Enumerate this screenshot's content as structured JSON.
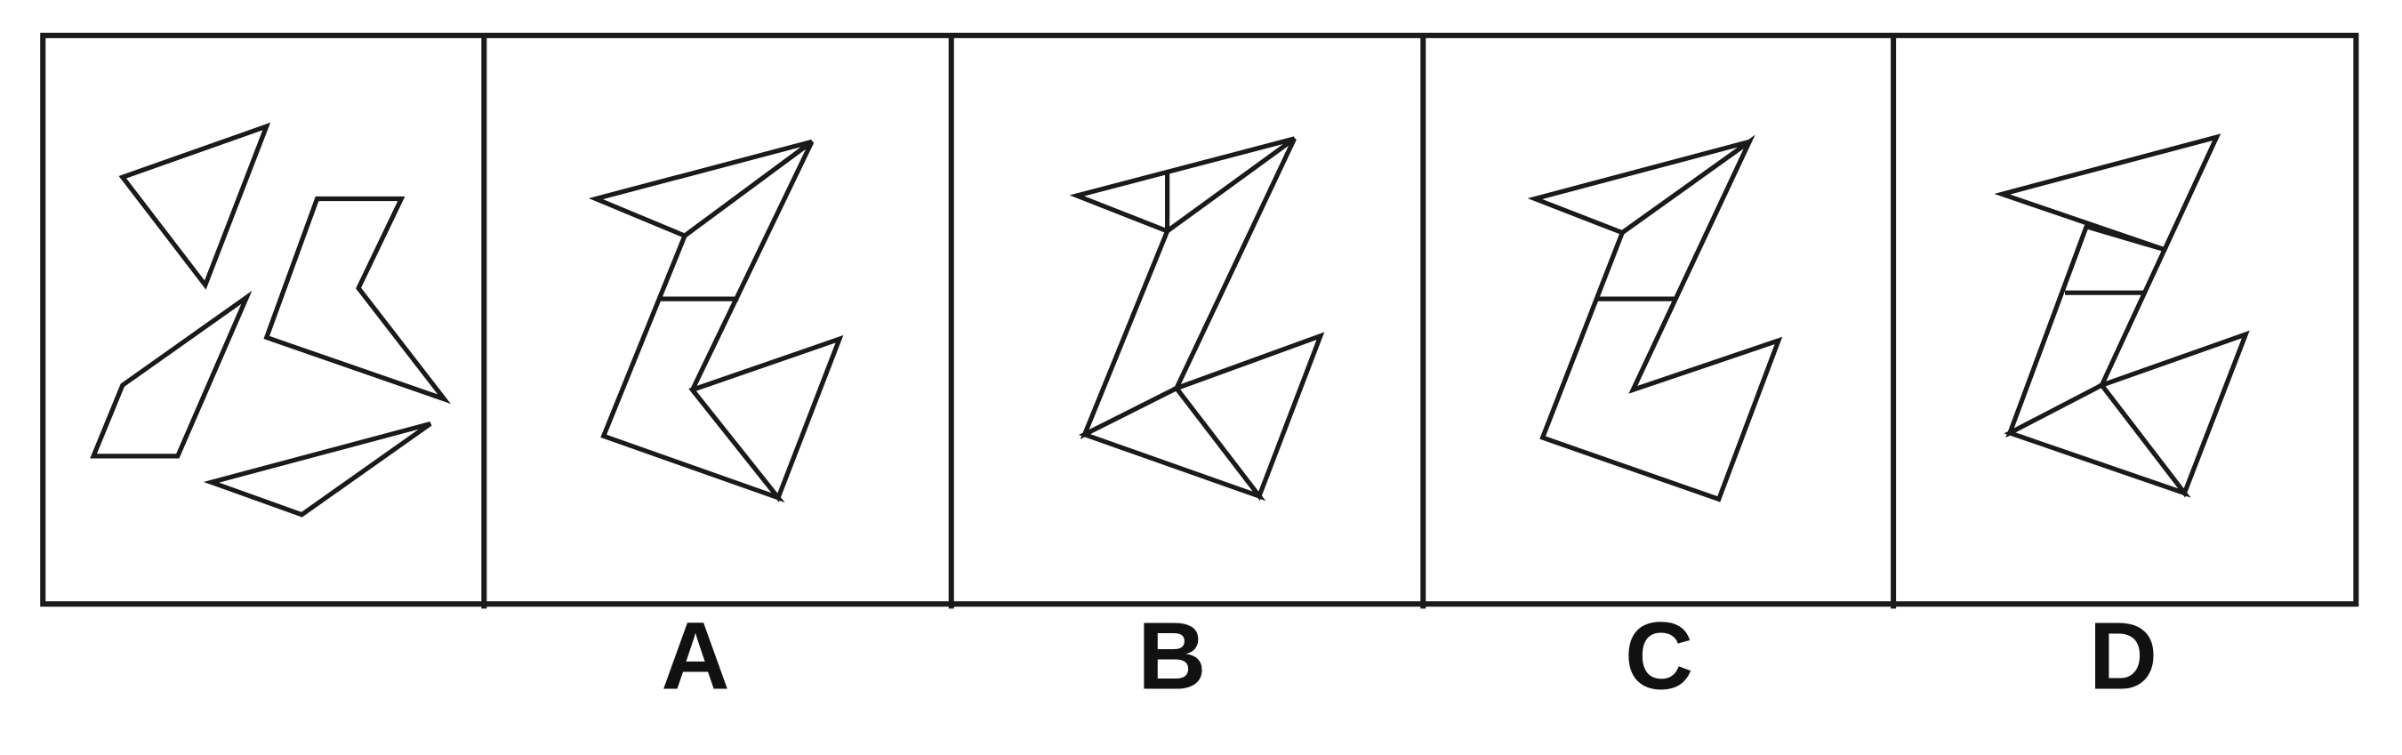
{
  "options": [
    {
      "id": "A",
      "label": "A"
    },
    {
      "id": "B",
      "label": "B"
    },
    {
      "id": "C",
      "label": "C"
    },
    {
      "id": "D",
      "label": "D"
    }
  ],
  "colors": {
    "line": "#1a1a1a",
    "background": "#ffffff",
    "label": "#111111"
  }
}
